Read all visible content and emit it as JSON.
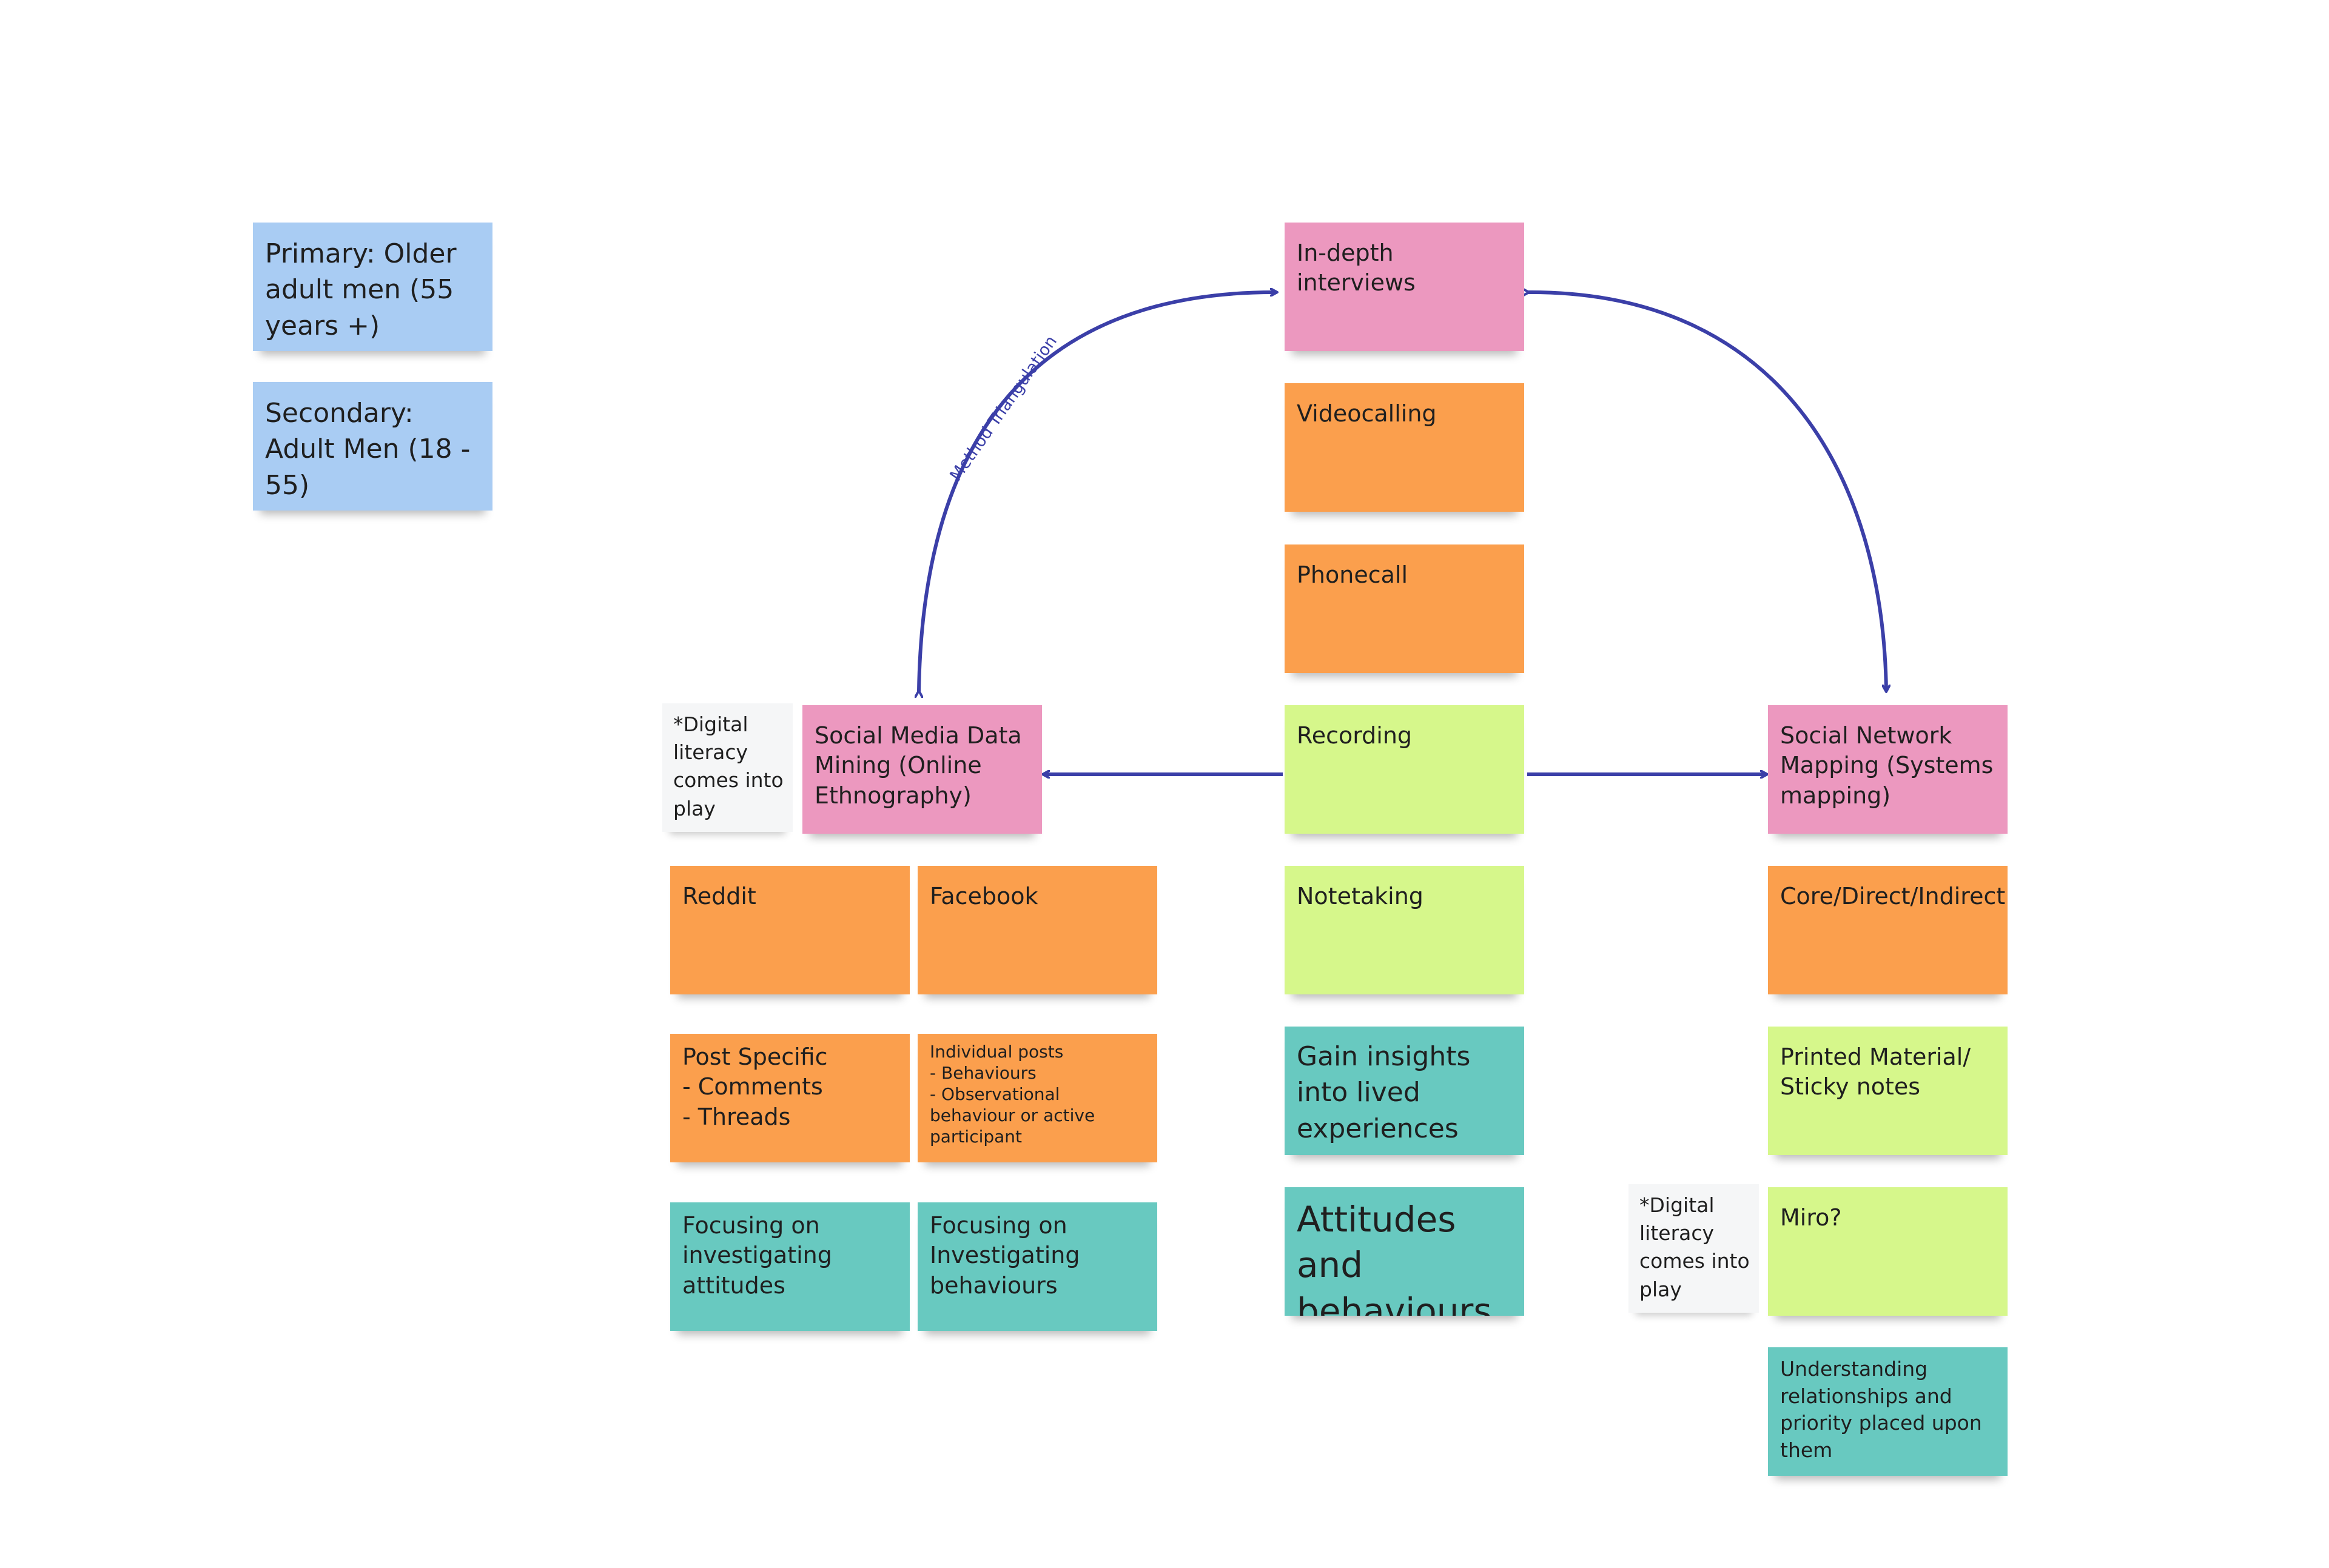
{
  "colors": {
    "blue": "#a9ccf3",
    "pink": "#ec98bf",
    "orange": "#fb9f4d",
    "lime": "#d6f78b",
    "teal": "#68c9c0",
    "white": "#f5f6f7",
    "connector": "#3b3fa8"
  },
  "audience": {
    "primary": "Primary: Older adult men (55 years +)",
    "secondary": "Secondary: Adult Men (18 - 55)"
  },
  "center": {
    "method": "In-depth interviews",
    "items": [
      "Videocalling",
      "Phonecall",
      "Recording",
      "Notetaking"
    ],
    "insight": "Gain insights into lived experiences",
    "focus": "Attitudes and behaviours"
  },
  "left": {
    "note": "*Digital\nliteracy\ncomes into\n  play",
    "method": "Social Media Data Mining (Online Ethnography)",
    "platforms": [
      "Reddit",
      "Facebook"
    ],
    "reddit_detail": "Post Specific\n- Comments\n- Threads",
    "facebook_detail": "Individual posts\n- Behaviours\n- Observational behaviour or active participant",
    "reddit_focus": "Focusing on investigating attitudes",
    "facebook_focus": "Focusing on Investigating behaviours"
  },
  "right": {
    "note": "*Digital\nliteracy\ncomes into\n  play",
    "method": "Social Network Mapping (Systems mapping)",
    "items": [
      "Core/Direct/Indirect",
      "Printed Material/\nSticky notes",
      "Miro?"
    ],
    "insight": "Understanding relationships and priority placed upon them"
  },
  "connectors": {
    "label": "Method Triangulation"
  }
}
